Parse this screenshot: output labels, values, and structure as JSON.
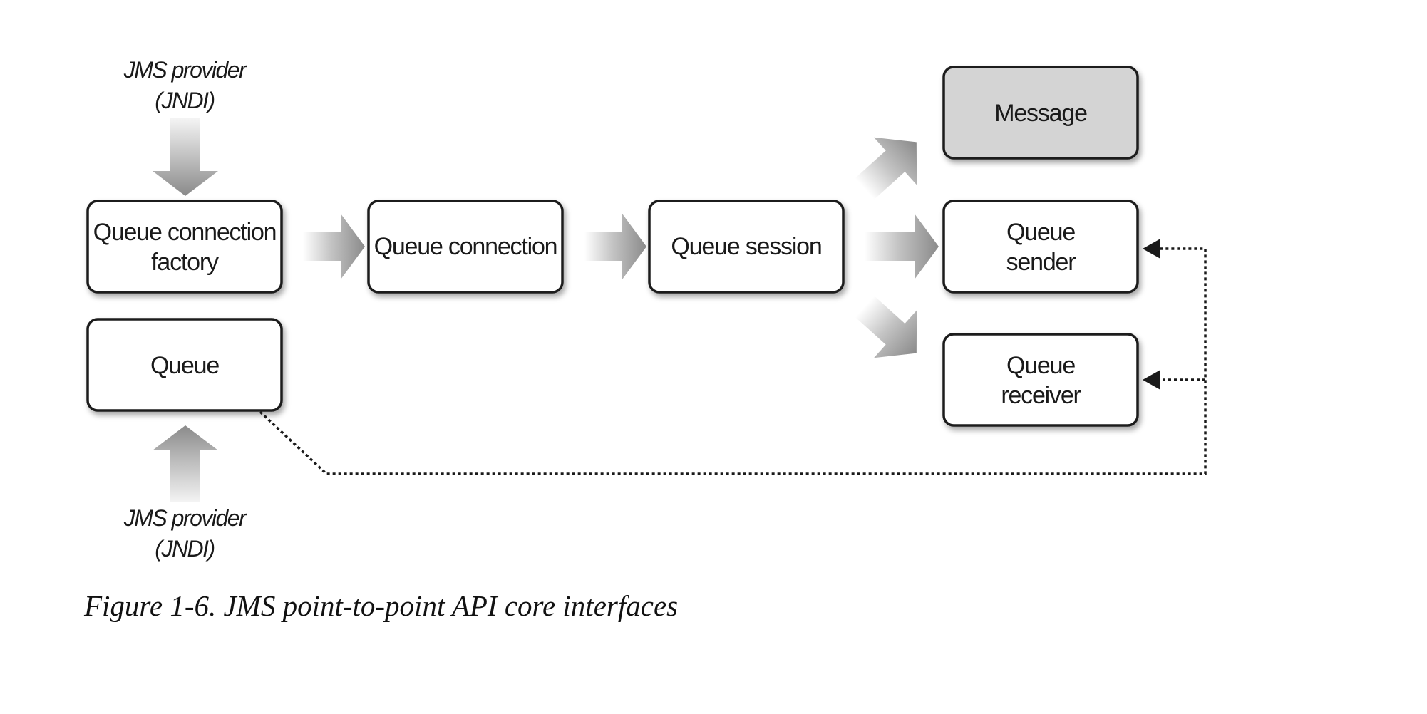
{
  "providers": {
    "top": {
      "line1": "JMS provider",
      "line2": "(JNDI)"
    },
    "bottom": {
      "line1": "JMS provider",
      "line2": "(JNDI)"
    }
  },
  "boxes": {
    "queue_connection_factory": {
      "line1": "Queue connection",
      "line2": "factory"
    },
    "queue": {
      "label": "Queue"
    },
    "queue_connection": {
      "label": "Queue connection"
    },
    "queue_session": {
      "label": "Queue session"
    },
    "message": {
      "label": "Message"
    },
    "queue_sender": {
      "line1": "Queue",
      "line2": "sender"
    },
    "queue_receiver": {
      "line1": "Queue",
      "line2": "receiver"
    }
  },
  "caption": "Figure 1-6. JMS point-to-point API core interfaces",
  "colors": {
    "box_fill": "#ffffff",
    "message_fill": "#d4d4d4",
    "box_stroke": "#1e1e1e",
    "arrow_dark": "#8c8c8c",
    "dotted_line": "#1a1a1a"
  }
}
